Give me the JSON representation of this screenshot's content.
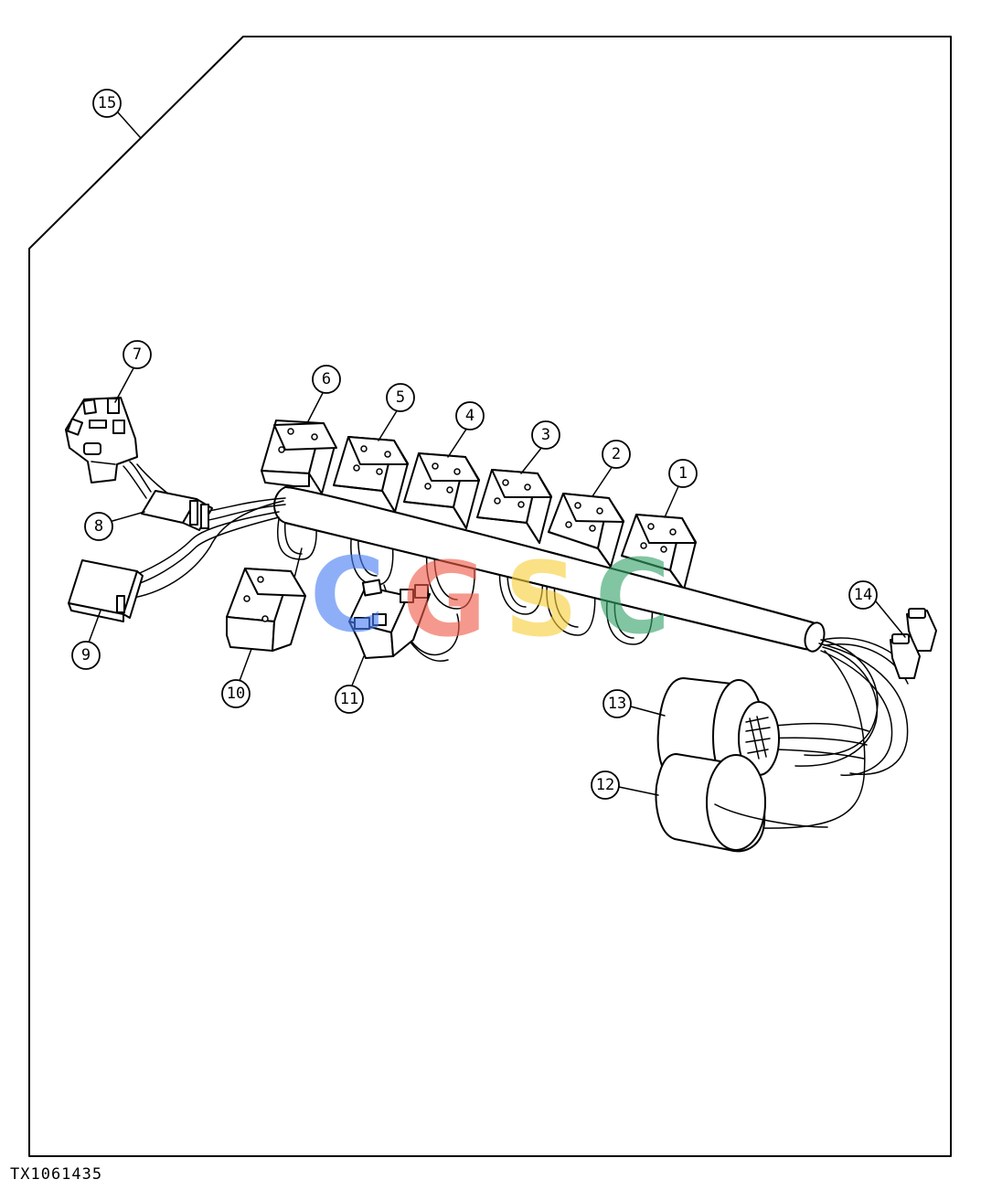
{
  "figure_id": "TX1061435",
  "watermark": {
    "letters": [
      "C",
      "G",
      "S",
      "C"
    ],
    "colors": [
      "#4a7ff5",
      "#ef5b4a",
      "#f7cf3c",
      "#36a36a"
    ]
  },
  "callouts": [
    "1",
    "2",
    "3",
    "4",
    "5",
    "6",
    "7",
    "8",
    "9",
    "10",
    "11",
    "12",
    "13",
    "14",
    "15"
  ]
}
